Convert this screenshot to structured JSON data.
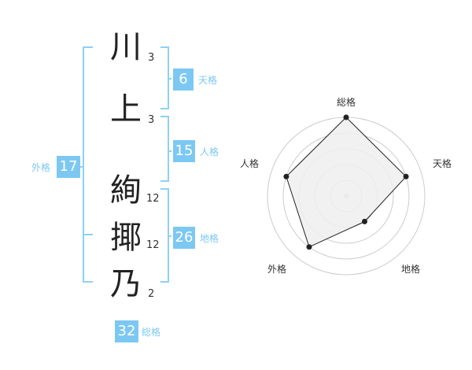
{
  "name_chars": [
    {
      "char": "川",
      "strokes": "3"
    },
    {
      "char": "上",
      "strokes": "3"
    },
    {
      "char": "絢",
      "strokes": "12"
    },
    {
      "char": "揶",
      "strokes": "12"
    },
    {
      "char": "乃",
      "strokes": "2"
    }
  ],
  "fortunes": {
    "tenkaku": {
      "value": "6",
      "label": "天格"
    },
    "jinkaku": {
      "value": "15",
      "label": "人格"
    },
    "chikaku": {
      "value": "26",
      "label": "地格"
    },
    "gaikaku": {
      "value": "17",
      "label": "外格"
    },
    "soukaku": {
      "value": "32",
      "label": "総格"
    }
  },
  "colors": {
    "accent": "#7cc8f3",
    "bracket": "#8fd0f5",
    "radar_fill": "#efefef",
    "radar_line": "#222222",
    "ring": "#cccccc"
  },
  "chart_data": {
    "type": "radar",
    "axes": [
      "総格",
      "天格",
      "地格",
      "外格",
      "人格"
    ],
    "values": [
      5,
      4,
      2,
      4,
      4
    ],
    "max": 5,
    "rings": 5
  }
}
